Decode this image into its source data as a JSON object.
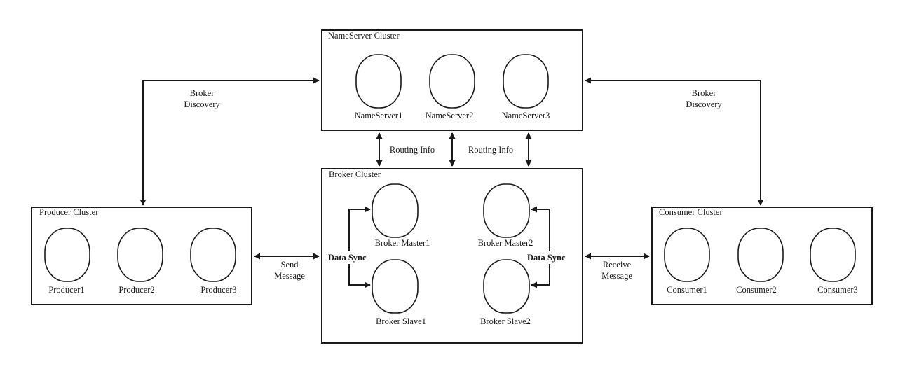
{
  "nameserver_cluster": {
    "title": "NameServer Cluster",
    "nodes": [
      "NameServer1",
      "NameServer2",
      "NameServer3"
    ]
  },
  "broker_cluster": {
    "title": "Broker Cluster",
    "masters": [
      "Broker Master1",
      "Broker Master2"
    ],
    "slaves": [
      "Broker Slave1",
      "Broker Slave2"
    ],
    "sync_label": "Data Sync"
  },
  "producer_cluster": {
    "title": "Producer Cluster",
    "nodes": [
      "Producer1",
      "Producer2",
      "Producer3"
    ]
  },
  "consumer_cluster": {
    "title": "Consumer Cluster",
    "nodes": [
      "Consumer1",
      "Consumer2",
      "Consumer3"
    ]
  },
  "edges": {
    "broker_discovery_left": [
      "Broker",
      "Discovery"
    ],
    "broker_discovery_right": [
      "Broker",
      "Discovery"
    ],
    "routing_info_left": "Routing Info",
    "routing_info_right": "Routing Info",
    "send_message": [
      "Send",
      "Message"
    ],
    "receive_message": [
      "Receive",
      "Message"
    ]
  }
}
